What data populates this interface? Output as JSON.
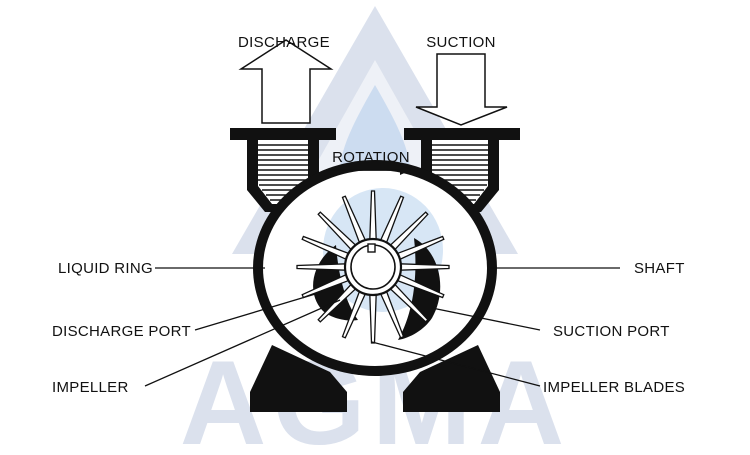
{
  "diagram": {
    "labels": {
      "discharge": "DISCHARGE",
      "suction": "SUCTION",
      "rotation": "ROTATION",
      "liquid_ring": "LIQUID RING",
      "shaft": "SHAFT",
      "discharge_port": "DISCHARGE PORT",
      "suction_port": "SUCTION PORT",
      "impeller": "IMPELLER",
      "impeller_blades": "IMPELLER BLADES"
    },
    "watermark": {
      "text": "AGMA"
    },
    "colors": {
      "ink": "#111111",
      "liquid": "#d7e6f5",
      "watermark": "#d5dcea"
    }
  }
}
